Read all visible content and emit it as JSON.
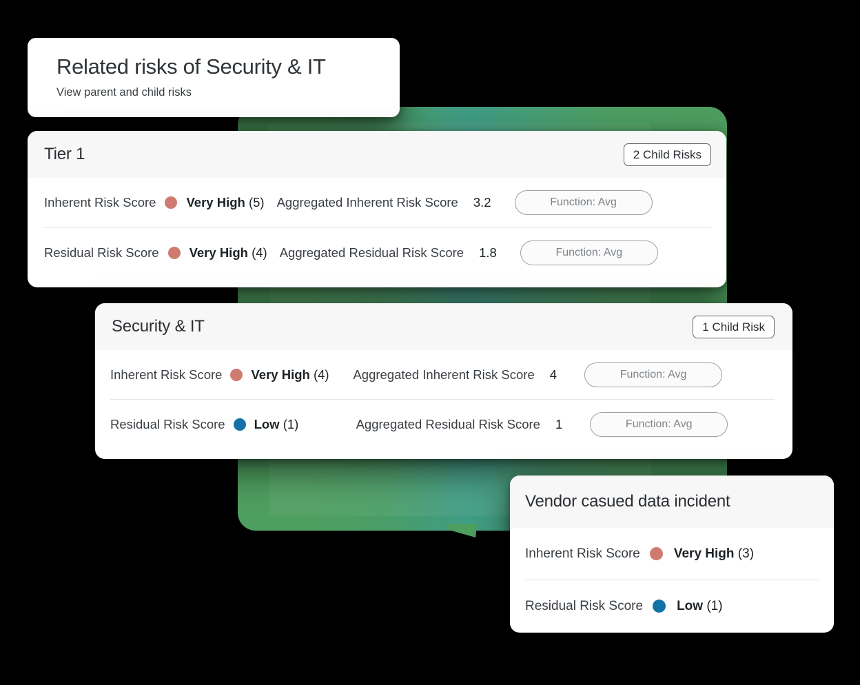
{
  "header": {
    "title": "Related risks of Security & IT",
    "subtitle": "View parent and child risks"
  },
  "colors": {
    "severity_very_high": "#d07b72",
    "severity_low": "#1272a8",
    "backdrop_green": "#4e9e5f",
    "backdrop_teal": "#3f9c86",
    "card_header_bg": "#f7f7f7",
    "card_bg": "#ffffff"
  },
  "cards": [
    {
      "title": "Tier 1",
      "badge": "2 Child Risks",
      "rows": [
        {
          "label": "Inherent Risk Score",
          "dot": "severity-dot-very-high",
          "dot_color": "#d07b72",
          "severity": "Very High",
          "severity_value": "(5)",
          "aggregate_label": "Aggregated Inherent Risk Score",
          "aggregate_value": "3.2",
          "function_pill": "Function: Avg"
        },
        {
          "label": "Residual Risk Score",
          "dot": "severity-dot-very-high",
          "dot_color": "#d07b72",
          "severity": "Very High",
          "severity_value": "(4)",
          "aggregate_label": "Aggregated Residual Risk Score",
          "aggregate_value": "1.8",
          "function_pill": "Function: Avg"
        }
      ]
    },
    {
      "title": "Security & IT",
      "badge": "1 Child Risk",
      "rows": [
        {
          "label": "Inherent Risk Score",
          "dot": "severity-dot-very-high",
          "dot_color": "#d07b72",
          "severity": "Very High",
          "severity_value": "(4)",
          "aggregate_label": "Aggregated Inherent Risk Score",
          "aggregate_value": "4",
          "function_pill": "Function: Avg"
        },
        {
          "label": "Residual Risk Score",
          "dot": "severity-dot-low",
          "dot_color": "#1272a8",
          "severity": "Low",
          "severity_value": "(1)",
          "aggregate_label": "Aggregated Residual Risk Score",
          "aggregate_value": "1",
          "function_pill": "Function: Avg"
        }
      ]
    },
    {
      "title": "Vendor casued data incident",
      "badge": null,
      "rows": [
        {
          "label": "Inherent Risk Score",
          "dot": "severity-dot-very-high",
          "dot_color": "#d07b72",
          "severity": "Very High",
          "severity_value": "(3)"
        },
        {
          "label": "Residual Risk Score",
          "dot": "severity-dot-low",
          "dot_color": "#1272a8",
          "severity": "Low",
          "severity_value": "(1)"
        }
      ]
    }
  ]
}
